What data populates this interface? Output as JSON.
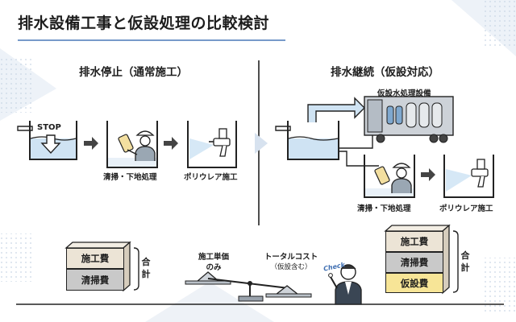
{
  "title": "排水設備工事と仮設処理の比較検討",
  "left": {
    "heading": "排水停止（通常施工）",
    "stop_label": "STOP",
    "step_cleaning": "清掃・下地処理",
    "step_coating": "ポリウレア施工"
  },
  "right": {
    "heading": "排水継続（仮設対応）",
    "equipment_label": "仮設水処理設備",
    "step_cleaning": "清掃・下地処理",
    "step_coating": "ポリウレア施工"
  },
  "bottom": {
    "left_stack": [
      "施工費",
      "清掃費"
    ],
    "left_total": "合計",
    "scale_left": [
      "施工単価",
      "のみ"
    ],
    "scale_right": [
      "トータルコスト",
      "（仮設含む）"
    ],
    "check": "Check",
    "right_stack": [
      "施工費",
      "清掃費",
      "仮設費"
    ],
    "right_total": "合計"
  },
  "colors": {
    "water": "#cfe3f3",
    "equipment": "#cdd2d8",
    "temp_cost": "#f7e597",
    "beige": "#ece4d6",
    "gray": "#c9c9c9",
    "background_dots": "#c9d6e6"
  }
}
